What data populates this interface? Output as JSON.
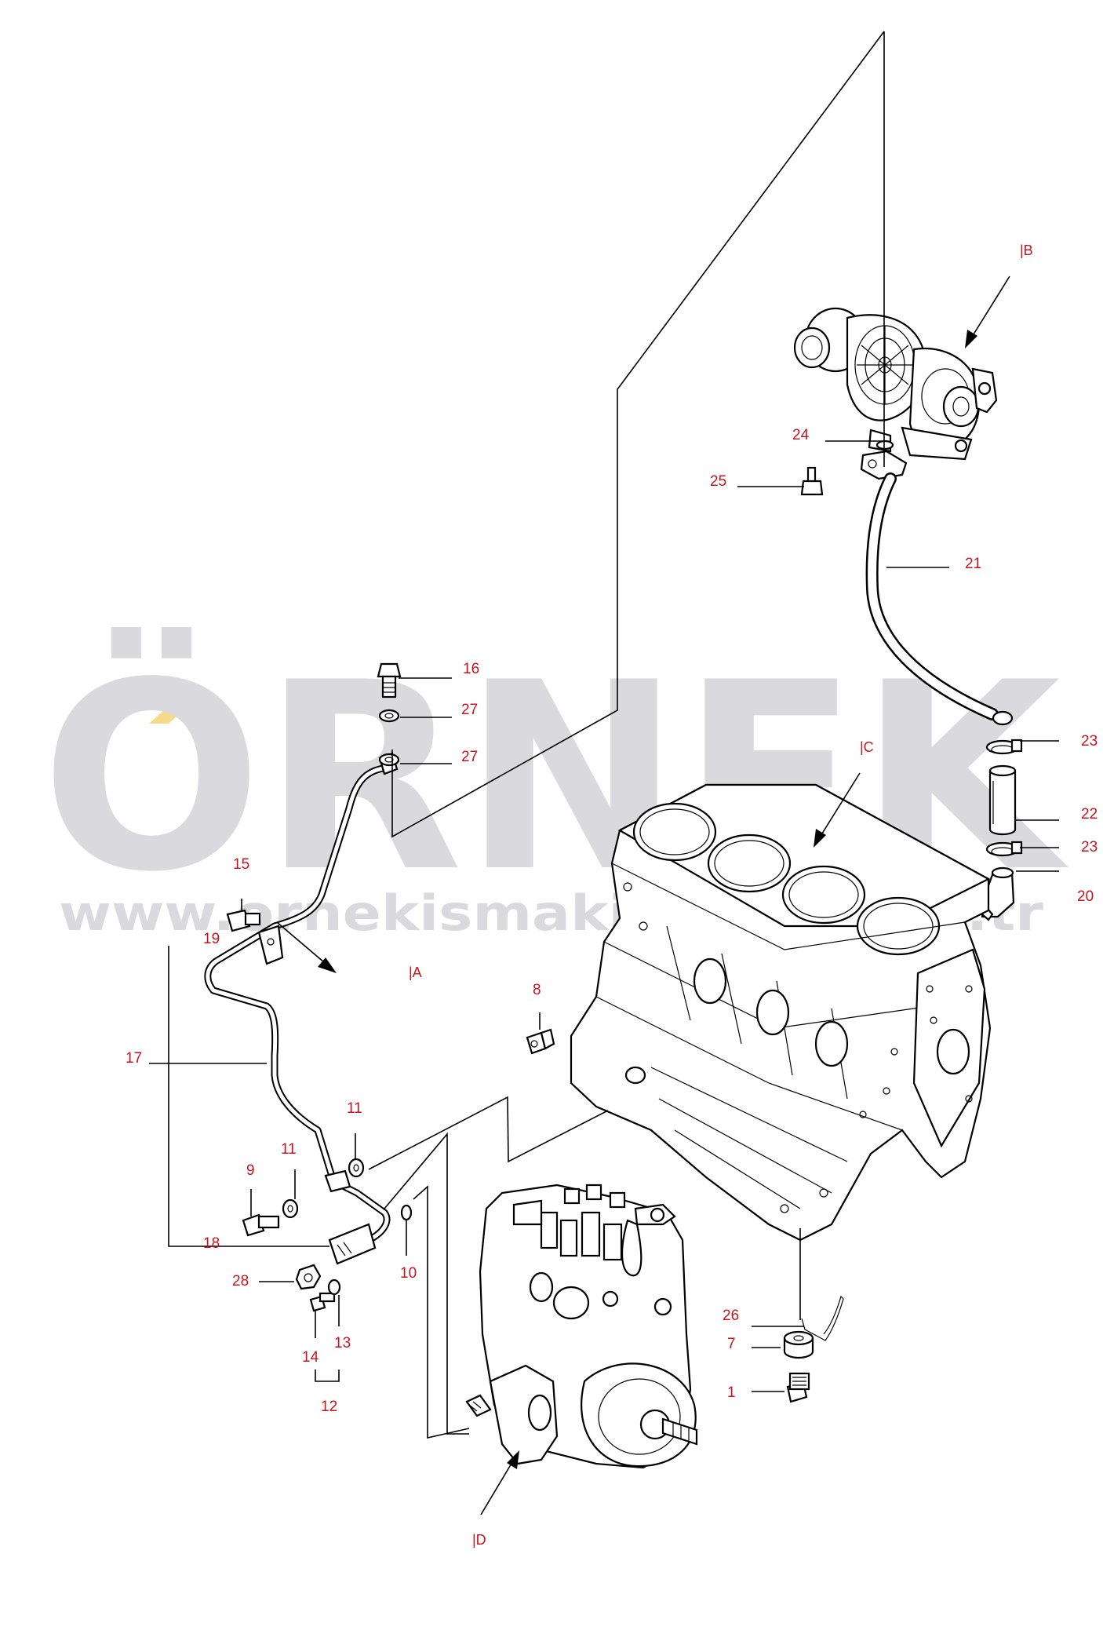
{
  "watermark": {
    "brand": "ÖRNEK",
    "url": "www.ornekismakinalari.com.tr",
    "color": "#d9d9de",
    "umlaut_color": "#f5dc8c"
  },
  "callout_color": "#c8141e",
  "views": [
    {
      "id": "A",
      "label": "|A"
    },
    {
      "id": "B",
      "label": "|B"
    },
    {
      "id": "C",
      "label": "|C"
    },
    {
      "id": "D",
      "label": "|D"
    }
  ],
  "callouts": [
    "16",
    "27",
    "27",
    "15",
    "19",
    "17",
    "8",
    "11",
    "11",
    "9",
    "18",
    "10",
    "28",
    "14",
    "13",
    "12",
    "24",
    "25",
    "21",
    "23",
    "22",
    "23",
    "20",
    "26",
    "7",
    "1"
  ],
  "components": [
    "turbocharger",
    "engine-block",
    "fuel-injection-pump",
    "turbo-oil-return-pipe",
    "oil-feed-pipe",
    "rubber-hose",
    "hose-clamp"
  ]
}
